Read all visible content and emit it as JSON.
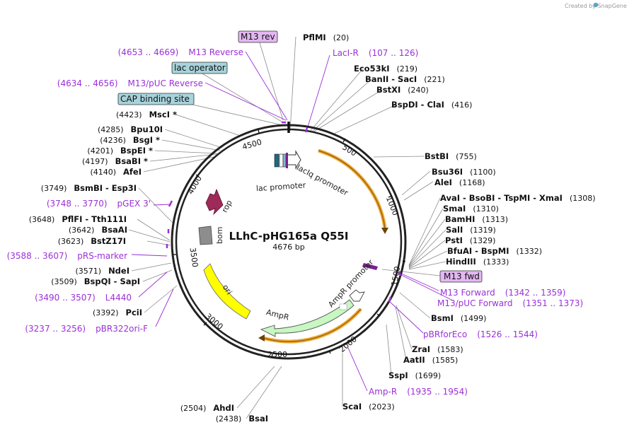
{
  "credit": "Created by SnapGene",
  "plasmid": {
    "name": "LLhC-pHG165a Q55I",
    "length_label": "4676 bp",
    "length": 4676
  },
  "ticks": [
    "500",
    "1000",
    "1500",
    "2000",
    "2500",
    "3000",
    "3500",
    "4000",
    "4500"
  ],
  "features": {
    "laciq_promoter": "lacIq promoter",
    "lac_promoter": "lac promoter",
    "rop": "rop",
    "bom": "bom",
    "ori": "ori",
    "ampr": "AmpR",
    "ampr_promoter": "AmpR promoter"
  },
  "boxed_labels": {
    "m13_rev": "M13 rev",
    "lac_operator": "lac operator",
    "cap_site": "CAP binding site",
    "m13_fwd": "M13 fwd"
  },
  "sites": [
    {
      "name": "PflMI",
      "pos": "(20)"
    },
    {
      "name": "Eco53kI",
      "pos": "(219)"
    },
    {
      "name": "BanII - SacI",
      "pos": "(221)"
    },
    {
      "name": "BstXI",
      "pos": "(240)"
    },
    {
      "name": "BspDI - ClaI",
      "pos": "(416)"
    },
    {
      "name": "BstBI",
      "pos": "(755)"
    },
    {
      "name": "Bsu36I",
      "pos": "(1100)"
    },
    {
      "name": "AleI",
      "pos": "(1168)"
    },
    {
      "name": "AvaI - BsoBI - TspMI - XmaI",
      "pos": "(1308)"
    },
    {
      "name": "SmaI",
      "pos": "(1310)"
    },
    {
      "name": "BamHI",
      "pos": "(1313)"
    },
    {
      "name": "SalI",
      "pos": "(1319)"
    },
    {
      "name": "PstI",
      "pos": "(1329)"
    },
    {
      "name": "BfuAI - BspMI",
      "pos": "(1332)"
    },
    {
      "name": "HindIII",
      "pos": "(1333)"
    },
    {
      "name": "BsmI",
      "pos": "(1499)"
    },
    {
      "name": "ZraI",
      "pos": "(1583)"
    },
    {
      "name": "AatII",
      "pos": "(1585)"
    },
    {
      "name": "SspI",
      "pos": "(1699)"
    },
    {
      "name": "ScaI",
      "pos": "(2023)"
    },
    {
      "name": "BsaI",
      "pos": "(2438)"
    },
    {
      "name": "AhdI",
      "pos": "(2504)"
    },
    {
      "name": "PciI",
      "pos": "(3392)"
    },
    {
      "name": "BspQI - SapI",
      "pos": "(3509)"
    },
    {
      "name": "NdeI",
      "pos": "(3571)"
    },
    {
      "name": "BstZ17I",
      "pos": "(3623)"
    },
    {
      "name": "BsaAI",
      "pos": "(3642)"
    },
    {
      "name": "PflFI - Tth111I",
      "pos": "(3648)"
    },
    {
      "name": "BsmBI - Esp3I",
      "pos": "(3749)"
    },
    {
      "name": "AfeI",
      "pos": "(4140)"
    },
    {
      "name": "BsaBI *",
      "pos": "(4197)"
    },
    {
      "name": "BspEI *",
      "pos": "(4201)"
    },
    {
      "name": "BsgI *",
      "pos": "(4236)"
    },
    {
      "name": "Bpu10I",
      "pos": "(4285)"
    },
    {
      "name": "MscI *",
      "pos": "(4423)"
    }
  ],
  "primers": [
    {
      "name": "LacI-R",
      "range": "(107 .. 126)"
    },
    {
      "name": "M13 Forward",
      "range": "(1342 .. 1359)"
    },
    {
      "name": "M13/pUC Forward",
      "range": "(1351 .. 1373)"
    },
    {
      "name": "pBRforEco",
      "range": "(1526 .. 1544)"
    },
    {
      "name": "Amp-R",
      "range": "(1935 .. 1954)"
    },
    {
      "name": "pBR322ori-F",
      "range": "(3237 .. 3256)"
    },
    {
      "name": "L4440",
      "range": "(3490 .. 3507)"
    },
    {
      "name": "pRS-marker",
      "range": "(3588 .. 3607)"
    },
    {
      "name": "pGEX 3'",
      "range": "(3748 .. 3770)"
    },
    {
      "name": "M13/pUC Reverse",
      "range": "(4634 .. 4656)"
    },
    {
      "name": "M13 Reverse",
      "range": "(4653 .. 4669)"
    }
  ],
  "colors": {
    "backbone": "#222222",
    "primer": "#9b30d9",
    "boxed_purple": "#e3b7f2",
    "boxed_teal": "#a7d3dc",
    "rop": "#9e2a58",
    "bom": "#8d8d8d",
    "ori": "#ffff00",
    "ampr": "#c8f7c2",
    "orange_orf": "#f0a830"
  }
}
